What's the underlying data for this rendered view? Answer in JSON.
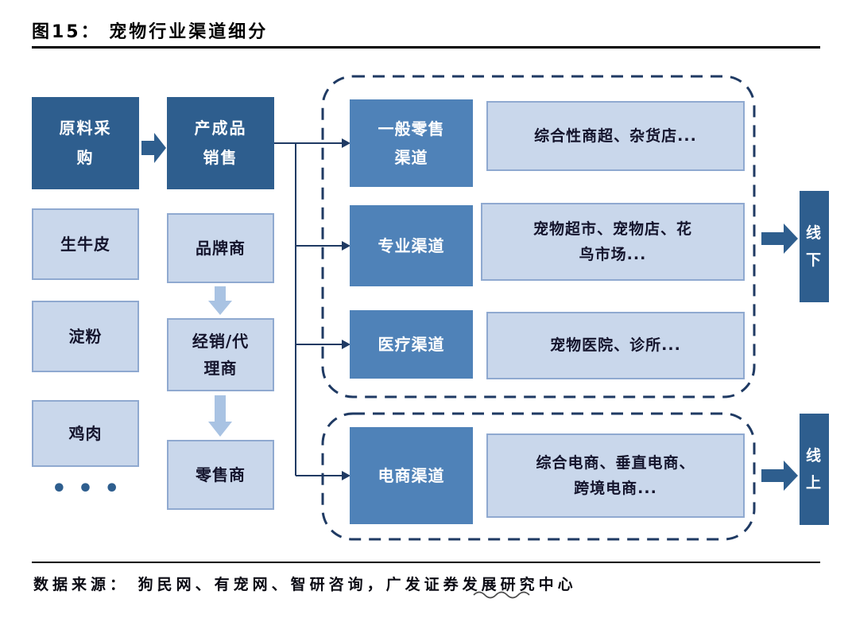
{
  "figure": {
    "title": "图15： 宠物行业渠道细分"
  },
  "procurement": {
    "header": "原料采购",
    "items": [
      "生牛皮",
      "淀粉",
      "鸡肉"
    ],
    "more": "•••"
  },
  "sales": {
    "header": "产成品销售",
    "chain": [
      "品牌商",
      "经销/代理商",
      "零售商"
    ]
  },
  "offline": {
    "label": "线下",
    "channels": [
      {
        "name": "一般零售渠道",
        "examples": "综合性商超、杂货店..."
      },
      {
        "name": "专业渠道",
        "examples": "宠物超市、宠物店、花鸟市场..."
      },
      {
        "name": "医疗渠道",
        "examples": "宠物医院、诊所..."
      }
    ]
  },
  "online": {
    "label": "线上",
    "channels": [
      {
        "name": "电商渠道",
        "examples": "综合电商、垂直电商、跨境电商..."
      }
    ]
  },
  "footer": {
    "source": "数据来源： 狗民网、有宠网、智研咨询，广发证券发展研究中心"
  },
  "colors": {
    "dark-blue": "#2e5e8e",
    "mid-blue": "#4f82b8",
    "light-fill": "#c9d7eb",
    "light-border": "#8fa9d0",
    "navy": "#1f3a63",
    "arrow-light": "#a9c3e3",
    "ink": "#14142c"
  }
}
